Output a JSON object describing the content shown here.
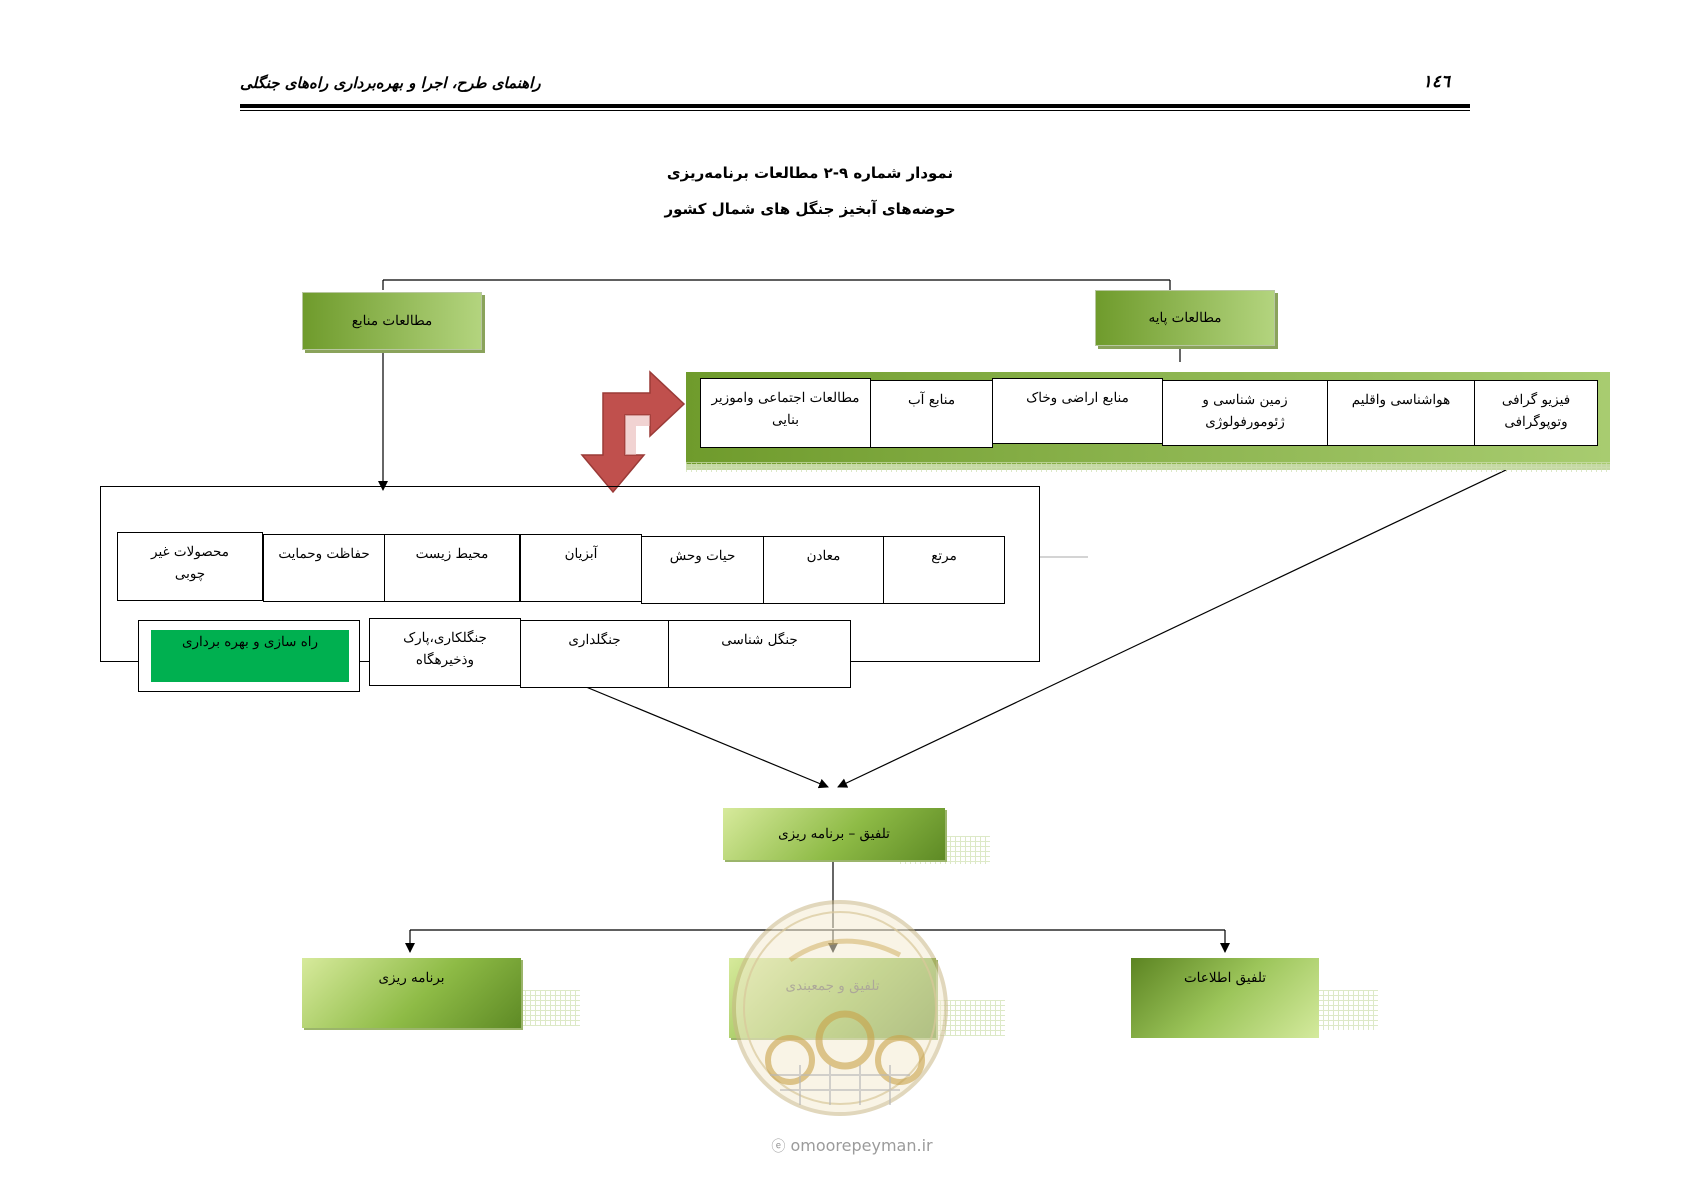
{
  "header": {
    "title": "راهنمای طرح، اجرا و بهره‌برداری راه‌های جنگلی",
    "page_number": "١٤٦"
  },
  "caption": {
    "line1": "نمودار شماره ۹-۲ مطالعات برنامه‌ریزی",
    "line2": "حوضه‌های آبخیز جنگل های شمال کشور"
  },
  "nodes": {
    "resource_studies": "مطالعات منابع",
    "basic_studies": "مطالعات پایه",
    "basic_items": [
      "فیزیو گرافی وتوپوگرافی",
      "هواشناسی واقلیم",
      "زمین شناسی و ژئومورفولوژی",
      "منابع اراضی وخاک",
      "منابع آب",
      "مطالعات اجتماعی واموزیر بنایی"
    ],
    "resource_row1": [
      "مرتع",
      "معادن",
      "حیات وحش",
      "آبزیان",
      "محیط زیست",
      "حفاظت وحمایت",
      "محصولات غیر چوبی"
    ],
    "resource_row2": [
      "جنگل شناسی",
      "جنگلداری",
      "جنگلکاری،پارک وذخیرهگاه",
      "راه سازی و بهره برداری"
    ],
    "integration": "تلفیق – برنامه ریزی",
    "outputs": [
      "تلفیق اطلاعات",
      "تلفیق و جمعبندی",
      "برنامه ریزی"
    ]
  },
  "watermark": {
    "url": "omoorepeyman.ir"
  },
  "colors": {
    "green_dark": "#5e8a25",
    "green_light": "#b3d47e",
    "highlight_green": "#00b050",
    "arrow_red": "#c0504d"
  }
}
